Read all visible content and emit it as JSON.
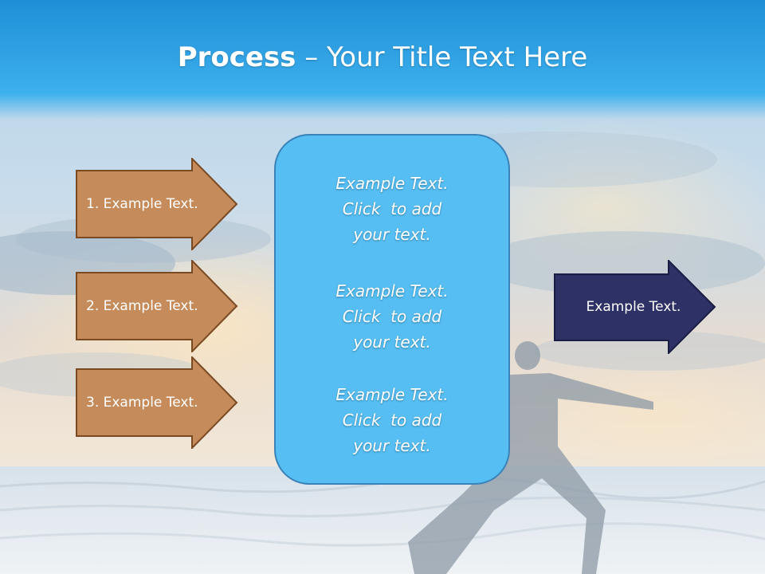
{
  "title": {
    "bold": "Process",
    "rest": " – Your Title Text Here"
  },
  "left_arrows": [
    {
      "label": "1. Example Text."
    },
    {
      "label": "2. Example Text."
    },
    {
      "label": "3. Example Text."
    }
  ],
  "center_blocks": [
    {
      "line1": "Example Text.",
      "line2": "Click  to add",
      "line3": "your text."
    },
    {
      "line1": "Example Text.",
      "line2": "Click  to add",
      "line3": "your text."
    },
    {
      "line1": "Example Text.",
      "line2": "Click  to add",
      "line3": "your text."
    }
  ],
  "right_arrow": {
    "label": "Example Text."
  },
  "colors": {
    "header_top": "#1e8fd6",
    "header_bottom": "#3db0ee",
    "left_arrow_fill": "#c58b5a",
    "left_arrow_border": "#7a4a23",
    "center_fill": "#56bef3",
    "center_border": "#3a83b8",
    "right_arrow_fill": "#2e3166",
    "right_arrow_border": "#1a1c44"
  }
}
